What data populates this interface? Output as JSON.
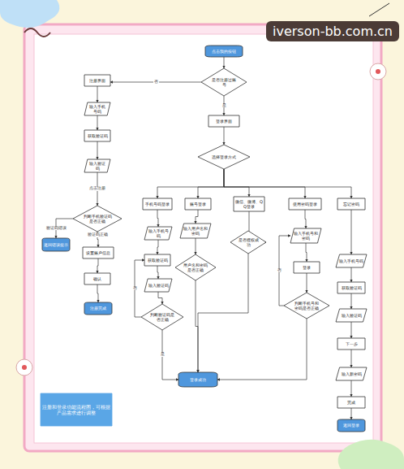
{
  "diagram": {
    "nodes": [
      {
        "text": [
          "点击我的按钮"
        ]
      },
      {
        "text": [
          "是否注册过账号"
        ]
      },
      {
        "text": [
          "注册界面"
        ]
      },
      {
        "text": [
          "输入手机号码"
        ]
      },
      {
        "text": [
          "获取验证码"
        ]
      },
      {
        "text": [
          "输入验证码"
        ]
      },
      {
        "text": [
          "判断手机验证码是否正确"
        ]
      },
      {
        "text": [
          "返回错误提示"
        ]
      },
      {
        "text": [
          "设置账户信息"
        ]
      },
      {
        "text": [
          "确认"
        ]
      },
      {
        "text": [
          "注册完成"
        ]
      },
      {
        "text": [
          "登录界面"
        ]
      },
      {
        "text": [
          "选择登录方式"
        ]
      },
      {
        "text": [
          "手机号码登录"
        ]
      },
      {
        "text": [
          "输入手机号码"
        ]
      },
      {
        "text": [
          "获取验证码"
        ]
      },
      {
        "text": [
          "输入验证码"
        ]
      },
      {
        "text": [
          "判断验证码是否正确"
        ]
      },
      {
        "text": [
          "账号登录"
        ]
      },
      {
        "text": [
          "输入用户名和密码"
        ]
      },
      {
        "text": [
          "用户名和密码是否正确"
        ]
      },
      {
        "text": [
          "微信、微博、QQ登录"
        ]
      },
      {
        "text": [
          "是否授权成功"
        ]
      },
      {
        "text": [
          "使用密码登录"
        ]
      },
      {
        "text": [
          "输入手机号和密码"
        ]
      },
      {
        "text": [
          "登录"
        ]
      },
      {
        "text": [
          "判断手机号和密码是否正确"
        ]
      },
      {
        "text": [
          "忘记密码"
        ]
      },
      {
        "text": [
          "输入手机号码"
        ]
      },
      {
        "text": [
          "获取验证码"
        ]
      },
      {
        "text": [
          "输入验证码"
        ]
      },
      {
        "text": [
          "下一步"
        ]
      },
      {
        "text": [
          "输入新密码"
        ]
      },
      {
        "text": [
          "完成"
        ]
      },
      {
        "text": [
          "返回登录"
        ]
      },
      {
        "text": [
          "登录成功"
        ]
      },
      {
        "text": [
          "注册和登录功能流程图，可根据产品需求进行调整"
        ]
      }
    ],
    "edges": [
      {
        "from": 0,
        "to": 1,
        "arrow": "to"
      },
      {
        "from": 1,
        "to": 2,
        "label": "否",
        "arrow": "to"
      },
      {
        "from": 1,
        "to": 11,
        "label": "是",
        "arrow": "to"
      },
      {
        "from": 2,
        "to": 3,
        "arrow": "to"
      },
      {
        "from": 3,
        "to": 4,
        "arrow": "to"
      },
      {
        "from": 4,
        "to": 5,
        "arrow": "to"
      },
      {
        "from": 5,
        "to": 6,
        "label": "点击注册",
        "arrow": "to"
      },
      {
        "from": 6,
        "to": 7,
        "label": "验证码错误",
        "arrow": "to"
      },
      {
        "from": 6,
        "to": 8,
        "label": "验证码正确",
        "arrow": "to"
      },
      {
        "from": 8,
        "to": 9,
        "arrow": "to"
      },
      {
        "from": 9,
        "to": 10,
        "arrow": "to"
      },
      {
        "from": 11,
        "to": 12,
        "arrow": "to"
      },
      {
        "from": 12,
        "to": 13,
        "arrow": "to"
      },
      {
        "from": 12,
        "to": 18,
        "arrow": "to"
      },
      {
        "from": 12,
        "to": 21,
        "arrow": "to"
      },
      {
        "from": 12,
        "to": 23,
        "arrow": "to"
      },
      {
        "from": 12,
        "to": 27,
        "arrow": "to"
      },
      {
        "from": 13,
        "to": 14,
        "arrow": "to"
      },
      {
        "from": 14,
        "to": 15,
        "arrow": "to"
      },
      {
        "from": 15,
        "to": 16,
        "arrow": "to"
      },
      {
        "from": 16,
        "to": 17,
        "arrow": "to"
      },
      {
        "from": 17,
        "to": 15,
        "label": "否",
        "arrow": "to"
      },
      {
        "from": 17,
        "to": 35,
        "label": "是",
        "arrow": "to"
      },
      {
        "from": 18,
        "to": 19,
        "arrow": "to"
      },
      {
        "from": 19,
        "to": 20,
        "arrow": "to"
      },
      {
        "from": 20,
        "to": 35,
        "arrow": "to"
      },
      {
        "from": 21,
        "to": 22,
        "arrow": "to"
      },
      {
        "from": 22,
        "to": 35,
        "arrow": "to"
      },
      {
        "from": 23,
        "to": 24,
        "arrow": "to"
      },
      {
        "from": 24,
        "to": 25,
        "arrow": "to"
      },
      {
        "from": 25,
        "to": 26,
        "arrow": "to"
      },
      {
        "from": 26,
        "to": 24,
        "label": "否",
        "arrow": "to"
      },
      {
        "from": 26,
        "to": 35,
        "arrow": "to"
      },
      {
        "from": 27,
        "to": 28,
        "arrow": "to"
      },
      {
        "from": 28,
        "to": 29,
        "arrow": "to"
      },
      {
        "from": 29,
        "to": 30,
        "arrow": "to"
      },
      {
        "from": 30,
        "to": 31,
        "arrow": "to"
      },
      {
        "from": 31,
        "to": 32,
        "arrow": "to"
      },
      {
        "from": 32,
        "to": 33,
        "arrow": "to"
      },
      {
        "from": 33,
        "to": 34,
        "arrow": "to"
      }
    ],
    "labels": [
      "iverson-bb.com.cn"
    ]
  }
}
